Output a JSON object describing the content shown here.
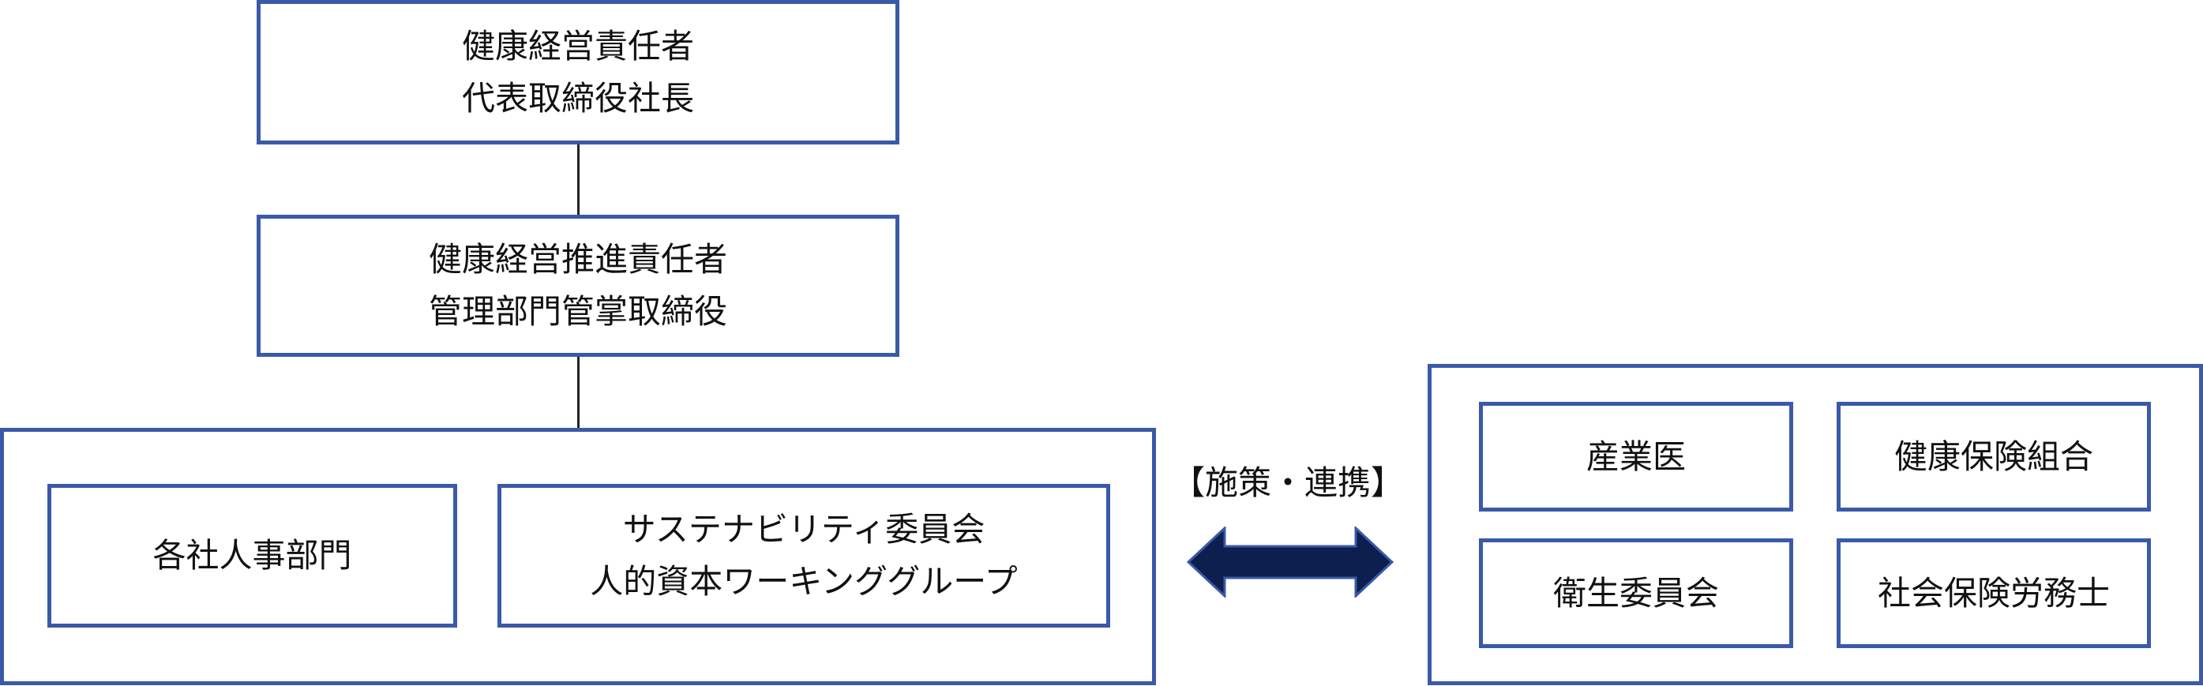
{
  "top": {
    "line1": "健康経営責任者",
    "line2": "代表取締役社長"
  },
  "middle": {
    "line1": "健康経営推進責任者",
    "line2": "管理部門管掌取締役"
  },
  "bottom_left": {
    "hr": "各社人事部門",
    "committee_line1": "サステナビリティ委員会",
    "committee_line2": "人的資本ワーキンググループ"
  },
  "relation": {
    "label": "【施策・連携】"
  },
  "partners": [
    {
      "label": "産業医"
    },
    {
      "label": "健康保険組合"
    },
    {
      "label": "衛生委員会"
    },
    {
      "label": "社会保険労務士"
    }
  ],
  "colors": {
    "box_border": "#3a5aa8",
    "arrow_fill": "#0c1f4f"
  }
}
